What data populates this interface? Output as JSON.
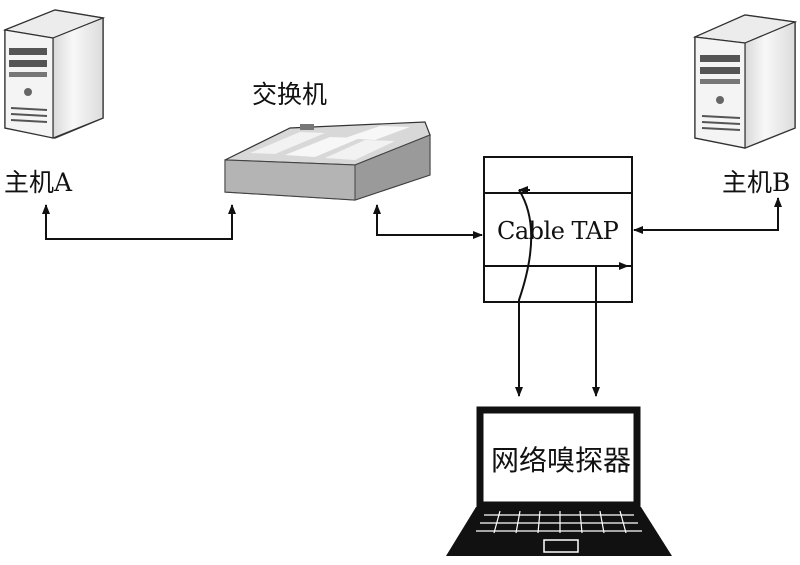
{
  "diagram": {
    "host_a_label": "主机A",
    "host_b_label": "主机B",
    "switch_label": "交换机",
    "tap_label": "Cable TAP",
    "sniffer_label": "网络嗅探器"
  },
  "icons": {
    "host_a": "server-tower-icon",
    "host_b": "server-tower-icon",
    "switch": "network-switch-icon",
    "sniffer": "laptop-icon"
  },
  "colors": {
    "line": "#111111",
    "device_light": "#f2f2f2",
    "device_mid": "#bdbdbd",
    "device_dark": "#8a8a8a"
  }
}
